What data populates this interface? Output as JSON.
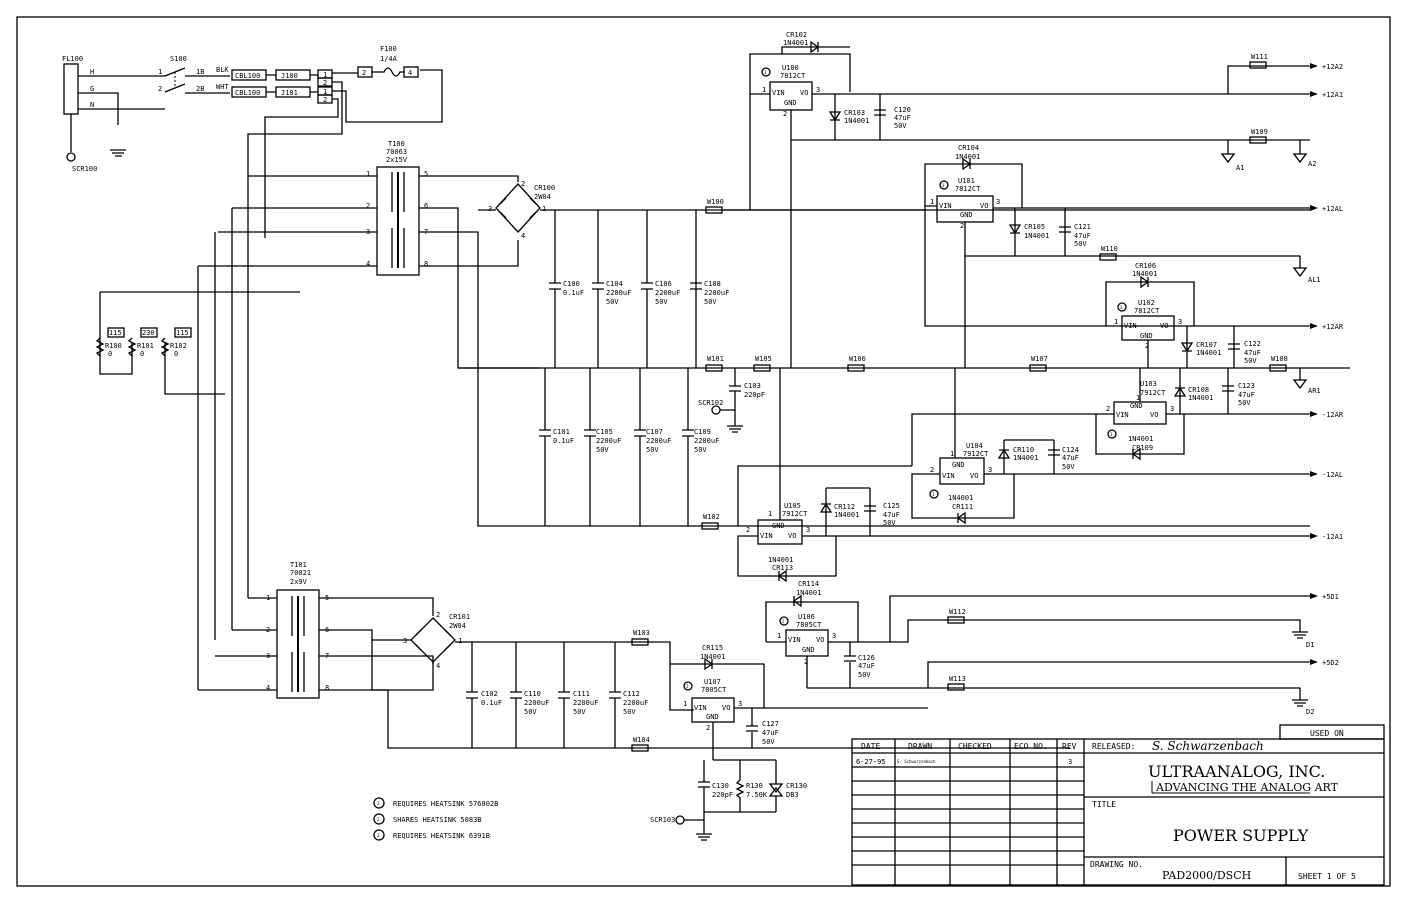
{
  "fuse_filter": {
    "fl100": "FL100",
    "h": "H",
    "g": "G",
    "n": "N",
    "scr100": "SCR100"
  },
  "switch": {
    "label": "S100",
    "p1": "1",
    "p1b": "1B",
    "p2": "2",
    "p2b": "2B",
    "blk": "BLK",
    "wht": "WHT"
  },
  "connectors": {
    "cbl1": "CBL100",
    "j100": "J100",
    "cbl2": "CBL100",
    "j101": "J101",
    "p1": "1",
    "p2": "2",
    "q1": "1",
    "q2": "2"
  },
  "fuse": {
    "label": "F100",
    "value": "1/4A",
    "p2": "2",
    "p4": "4"
  },
  "t100": {
    "label": "T100",
    "part": "70063",
    "rating": "2x15V",
    "pins": [
      "1",
      "2",
      "3",
      "4",
      "5",
      "6",
      "7",
      "8"
    ]
  },
  "t101": {
    "label": "T101",
    "part": "70021",
    "rating": "2x9V",
    "pins": [
      "1",
      "2",
      "3",
      "4",
      "5",
      "6",
      "7",
      "8"
    ]
  },
  "bridges": {
    "cr100": {
      "label": "CR100",
      "part": "2W04",
      "p1": "1",
      "p2": "2",
      "p3": "3",
      "p4": "4"
    },
    "cr101": {
      "label": "CR101",
      "part": "2W04",
      "p1": "1",
      "p2": "2",
      "p3": "3",
      "p4": "4"
    }
  },
  "resistors_left": [
    {
      "label": "R100",
      "value": "0",
      "box": "115"
    },
    {
      "label": "R101",
      "value": "0",
      "box": "230"
    },
    {
      "label": "R102",
      "value": "0",
      "box": "115"
    }
  ],
  "caps_top": [
    {
      "label": "C100",
      "v1": "0.1uF",
      "v2": ""
    },
    {
      "label": "C104",
      "v1": "2200uF",
      "v2": "50V"
    },
    {
      "label": "C106",
      "v1": "2200uF",
      "v2": "50V"
    },
    {
      "label": "C108",
      "v1": "2200uF",
      "v2": "50V"
    }
  ],
  "caps_bot": [
    {
      "label": "C101",
      "v1": "0.1uF",
      "v2": ""
    },
    {
      "label": "C105",
      "v1": "2200uF",
      "v2": "50V"
    },
    {
      "label": "C107",
      "v1": "2200uF",
      "v2": "50V"
    },
    {
      "label": "C109",
      "v1": "2200uF",
      "v2": "50V"
    }
  ],
  "caps_low": [
    {
      "label": "C102",
      "v1": "0.1uF",
      "v2": ""
    },
    {
      "label": "C110",
      "v1": "2200uF",
      "v2": "50V"
    },
    {
      "label": "C111",
      "v1": "2200uF",
      "v2": "50V"
    },
    {
      "label": "C112",
      "v1": "2200uF",
      "v2": "50V"
    }
  ],
  "wires": {
    "w100": "W100",
    "w101": "W101",
    "w102": "W102",
    "w103": "W103",
    "w104": "W104",
    "w105": "W105",
    "w106": "W106",
    "w107": "W107",
    "w108": "W108",
    "w109": "W109",
    "w110": "W110",
    "w111": "W111",
    "w112": "W112",
    "w113": "W113"
  },
  "regulators": {
    "u100": {
      "label": "U100",
      "part": "7812CT",
      "vin": "VIN",
      "vo": "VO",
      "gnd": "GND",
      "p1": "1",
      "p2": "2",
      "p3": "3",
      "hs": "3"
    },
    "u101": {
      "label": "U101",
      "part": "7812CT",
      "vin": "VIN",
      "vo": "VO",
      "gnd": "GND",
      "p1": "1",
      "p2": "2",
      "p3": "3",
      "hs": "3"
    },
    "u102": {
      "label": "U102",
      "part": "7812CT",
      "vin": "VIN",
      "vo": "VO",
      "gnd": "GND",
      "p1": "1",
      "p2": "2",
      "p3": "3",
      "hs": "3"
    },
    "u103": {
      "label": "U103",
      "part": "7912CT",
      "vin": "VIN",
      "vo": "VO",
      "gnd": "GND",
      "p1": "1",
      "p2": "2",
      "p3": "3",
      "hs": "3"
    },
    "u104": {
      "label": "U104",
      "part": "7912CT",
      "vin": "VIN",
      "vo": "VO",
      "gnd": "GND",
      "p1": "1",
      "p2": "2",
      "p3": "3",
      "hs": "1"
    },
    "u105": {
      "label": "U105",
      "part": "7912CT",
      "vin": "VIN",
      "vo": "VO",
      "gnd": "GND",
      "p1": "1",
      "p2": "2",
      "p3": "3"
    },
    "u106": {
      "label": "U106",
      "part": "7805CT",
      "vin": "VIN",
      "vo": "VO",
      "gnd": "GND",
      "p1": "1",
      "p2": "2",
      "p3": "3",
      "hs": "2"
    },
    "u107": {
      "label": "U107",
      "part": "7805CT",
      "vin": "VIN",
      "vo": "VO",
      "gnd": "GND",
      "p1": "1",
      "p2": "2",
      "p3": "3",
      "hs": "2"
    }
  },
  "diodes": {
    "cr102": {
      "label": "CR102",
      "part": "1N4001"
    },
    "cr103": {
      "label": "CR103",
      "part": "1N4001"
    },
    "cr104": {
      "label": "CR104",
      "part": "1N4001"
    },
    "cr105": {
      "label": "CR105",
      "part": "1N4001"
    },
    "cr106": {
      "label": "CR106",
      "part": "1N4001"
    },
    "cr107": {
      "label": "CR107",
      "part": "1N4001"
    },
    "cr108": {
      "label": "CR108",
      "part": "1N4001"
    },
    "cr109": {
      "label": "CR109",
      "part": "1N4001"
    },
    "cr110": {
      "label": "CR110",
      "part": "1N4001"
    },
    "cr111": {
      "label": "CR111",
      "part": "1N4001"
    },
    "cr112": {
      "label": "CR112",
      "part": "1N4001"
    },
    "cr113": {
      "label": "CR113",
      "part": "1N4001"
    },
    "cr114": {
      "label": "CR114",
      "part": "1N4001"
    },
    "cr115": {
      "label": "CR115",
      "part": "1N4001"
    },
    "cr130": {
      "label": "CR130",
      "part": "DB3"
    }
  },
  "out_caps": {
    "c120": {
      "label": "C120",
      "v1": "47uF",
      "v2": "50V"
    },
    "c121": {
      "label": "C121",
      "v1": "47uF",
      "v2": "50V"
    },
    "c122": {
      "label": "C122",
      "v1": "47uF",
      "v2": "50V"
    },
    "c123": {
      "label": "C123",
      "v1": "47uF",
      "v2": "50V"
    },
    "c124": {
      "label": "C124",
      "v1": "47uF",
      "v2": "50V"
    },
    "c125": {
      "label": "C125",
      "v1": "47uF",
      "v2": "50V"
    },
    "c126": {
      "label": "C126",
      "v1": "47uF",
      "v2": "50V"
    },
    "c127": {
      "label": "C127",
      "v1": "47uF",
      "v2": "50V"
    },
    "c103": {
      "label": "C103",
      "v1": "220pF"
    },
    "c130": {
      "label": "C130",
      "v1": "220pF"
    }
  },
  "r130": {
    "label": "R130",
    "value": "7.50K"
  },
  "scr": {
    "s102": "SCR102",
    "s103": "SCR103"
  },
  "rails": {
    "p12a2": "+12A2",
    "p12a1": "+12A1",
    "p12al": "+12AL",
    "p12ar": "+12AR",
    "m12ar": "-12AR",
    "m12al": "-12AL",
    "m12a1": "-12A1",
    "p5d1": "+5D1",
    "p5d2": "+5D2"
  },
  "grounds": {
    "a1": "A1",
    "a2": "A2",
    "al1": "AL1",
    "ar1": "AR1",
    "d1": "D1",
    "d2": "D2"
  },
  "notes": [
    {
      "num": "1",
      "text": "REQUIRES HEATSINK 576802B"
    },
    {
      "num": "2",
      "text": "SHARES HEATSINK 5083B"
    },
    {
      "num": "3",
      "text": "REQUIRES HEATSINK 6391B"
    }
  ],
  "title_block": {
    "used_on": "USED ON",
    "released_label": "RELEASED:",
    "released_sig": "S. Schwarzenbach",
    "headers": [
      "DATE",
      "DRAWN",
      "CHECKED",
      "ECO NO.",
      "REV"
    ],
    "date": "6-27-95",
    "drawn": "S. Schwarzenbach",
    "rev": "3",
    "company": "ULTRAANALOG, INC.",
    "slogan": "ADVANCING THE ANALOG ART",
    "title_label": "TITLE",
    "title": "POWER SUPPLY",
    "drawing_label": "DRAWING NO.",
    "drawing_no": "PAD2000/DSCH",
    "sheet": "SHEET 1 OF 5"
  }
}
